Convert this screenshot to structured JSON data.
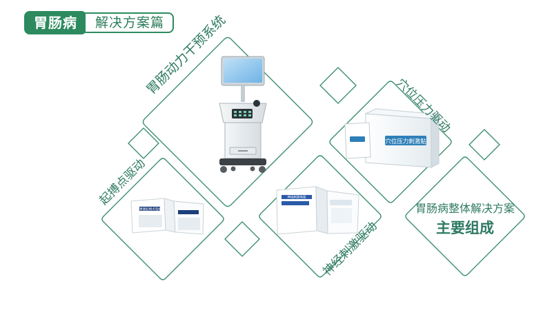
{
  "header": {
    "main_title": "胃肠病",
    "sub_title": "解决方案篇"
  },
  "tiles": {
    "gi_dynamic_system": {
      "label": "胃肠动力干预系统"
    },
    "acupressure": {
      "label": "穴位压力驱动",
      "product_text": "穴位压力刺激贴"
    },
    "pacemaker": {
      "label": "起搏点驱动",
      "product_text": "胃肠起搏点电极"
    },
    "nerve": {
      "label": "神经刺激驱动",
      "product_text": "神经刺激电极"
    },
    "summary": {
      "line1": "胃肠病整体解决方案",
      "line2": "主要组成"
    }
  },
  "colors": {
    "accent": "#2c8a5e",
    "outline": "#3d8f6e",
    "text": "#2f7a63"
  }
}
